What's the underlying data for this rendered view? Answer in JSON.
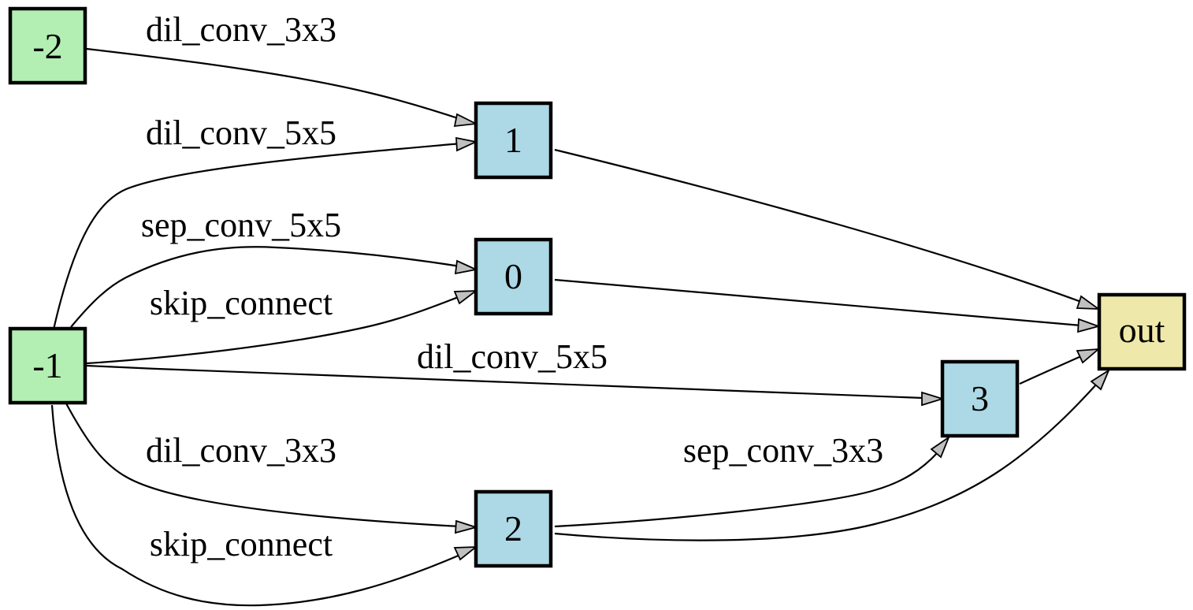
{
  "colors": {
    "input_node": "#b3eeb3",
    "intermediate_node": "#add8e6",
    "output_node": "#eee8aa",
    "edge": "#000000",
    "arrowhead": "#c0c0c0"
  },
  "nodes": [
    {
      "id": "n-2",
      "label": "-2",
      "kind": "input"
    },
    {
      "id": "n-1",
      "label": "-1",
      "kind": "input"
    },
    {
      "id": "n0",
      "label": "0",
      "kind": "intermediate"
    },
    {
      "id": "n1",
      "label": "1",
      "kind": "intermediate"
    },
    {
      "id": "n2",
      "label": "2",
      "kind": "intermediate"
    },
    {
      "id": "n3",
      "label": "3",
      "kind": "intermediate"
    },
    {
      "id": "out",
      "label": "out",
      "kind": "output"
    }
  ],
  "edges": [
    {
      "from": "-2",
      "to": "1",
      "label": "dil_conv_3x3"
    },
    {
      "from": "-1",
      "to": "1",
      "label": "dil_conv_5x5"
    },
    {
      "from": "-1",
      "to": "0",
      "label": "sep_conv_5x5"
    },
    {
      "from": "-1",
      "to": "0",
      "label": "skip_connect"
    },
    {
      "from": "-1",
      "to": "3",
      "label": "dil_conv_5x5"
    },
    {
      "from": "-1",
      "to": "2",
      "label": "dil_conv_3x3"
    },
    {
      "from": "-1",
      "to": "2",
      "label": "skip_connect"
    },
    {
      "from": "2",
      "to": "3",
      "label": "sep_conv_3x3"
    },
    {
      "from": "1",
      "to": "out",
      "label": ""
    },
    {
      "from": "0",
      "to": "out",
      "label": ""
    },
    {
      "from": "3",
      "to": "out",
      "label": ""
    },
    {
      "from": "2",
      "to": "out",
      "label": ""
    }
  ]
}
